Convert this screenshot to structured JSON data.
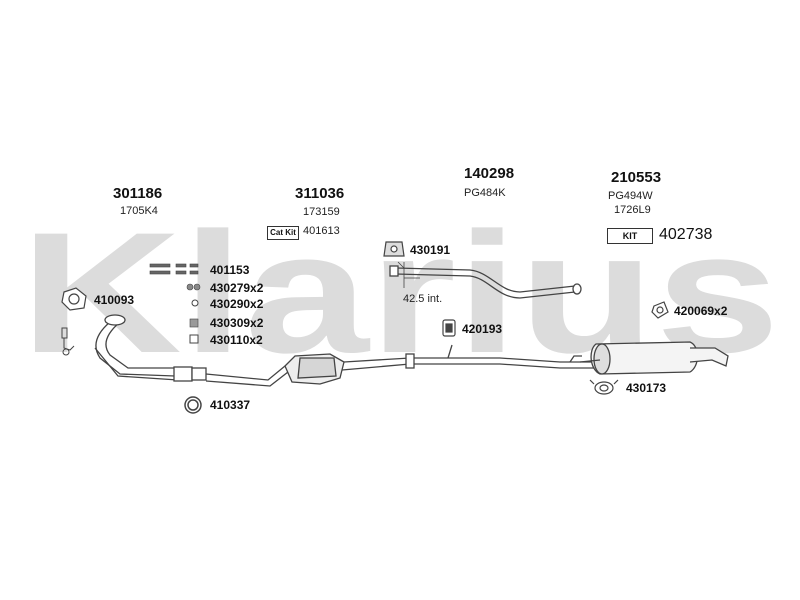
{
  "watermark": {
    "text": "Klarius",
    "color": "#dcdcdc"
  },
  "groups": [
    {
      "part_number": "301186",
      "code": "1705K4"
    },
    {
      "part_number": "311036",
      "code": "173159",
      "catkit_label": "Cat Kit",
      "catkit_ref": "401613"
    },
    {
      "part_number": "140298",
      "code": "PG484K"
    },
    {
      "part_number": "210553",
      "code": "PG494W",
      "code2": "1726L9",
      "kit_label": "KIT",
      "kit_ref": "402738"
    }
  ],
  "fittings": [
    {
      "ref": "401153",
      "icon": "bolt-set-icon"
    },
    {
      "ref": "430279x2",
      "icon": "nut-icon"
    },
    {
      "ref": "430290x2",
      "icon": "washer-icon"
    },
    {
      "ref": "430309x2",
      "icon": "spring-icon"
    },
    {
      "ref": "430110x2",
      "icon": "clamp-icon"
    }
  ],
  "components": {
    "gasket_front": "410093",
    "ring_gasket": "410337",
    "hanger_mid": "430191",
    "length_note": "42.5 int.",
    "rubber_mount": "420193",
    "rubber_rear": "420069x2",
    "clamp_rear": "430173"
  }
}
